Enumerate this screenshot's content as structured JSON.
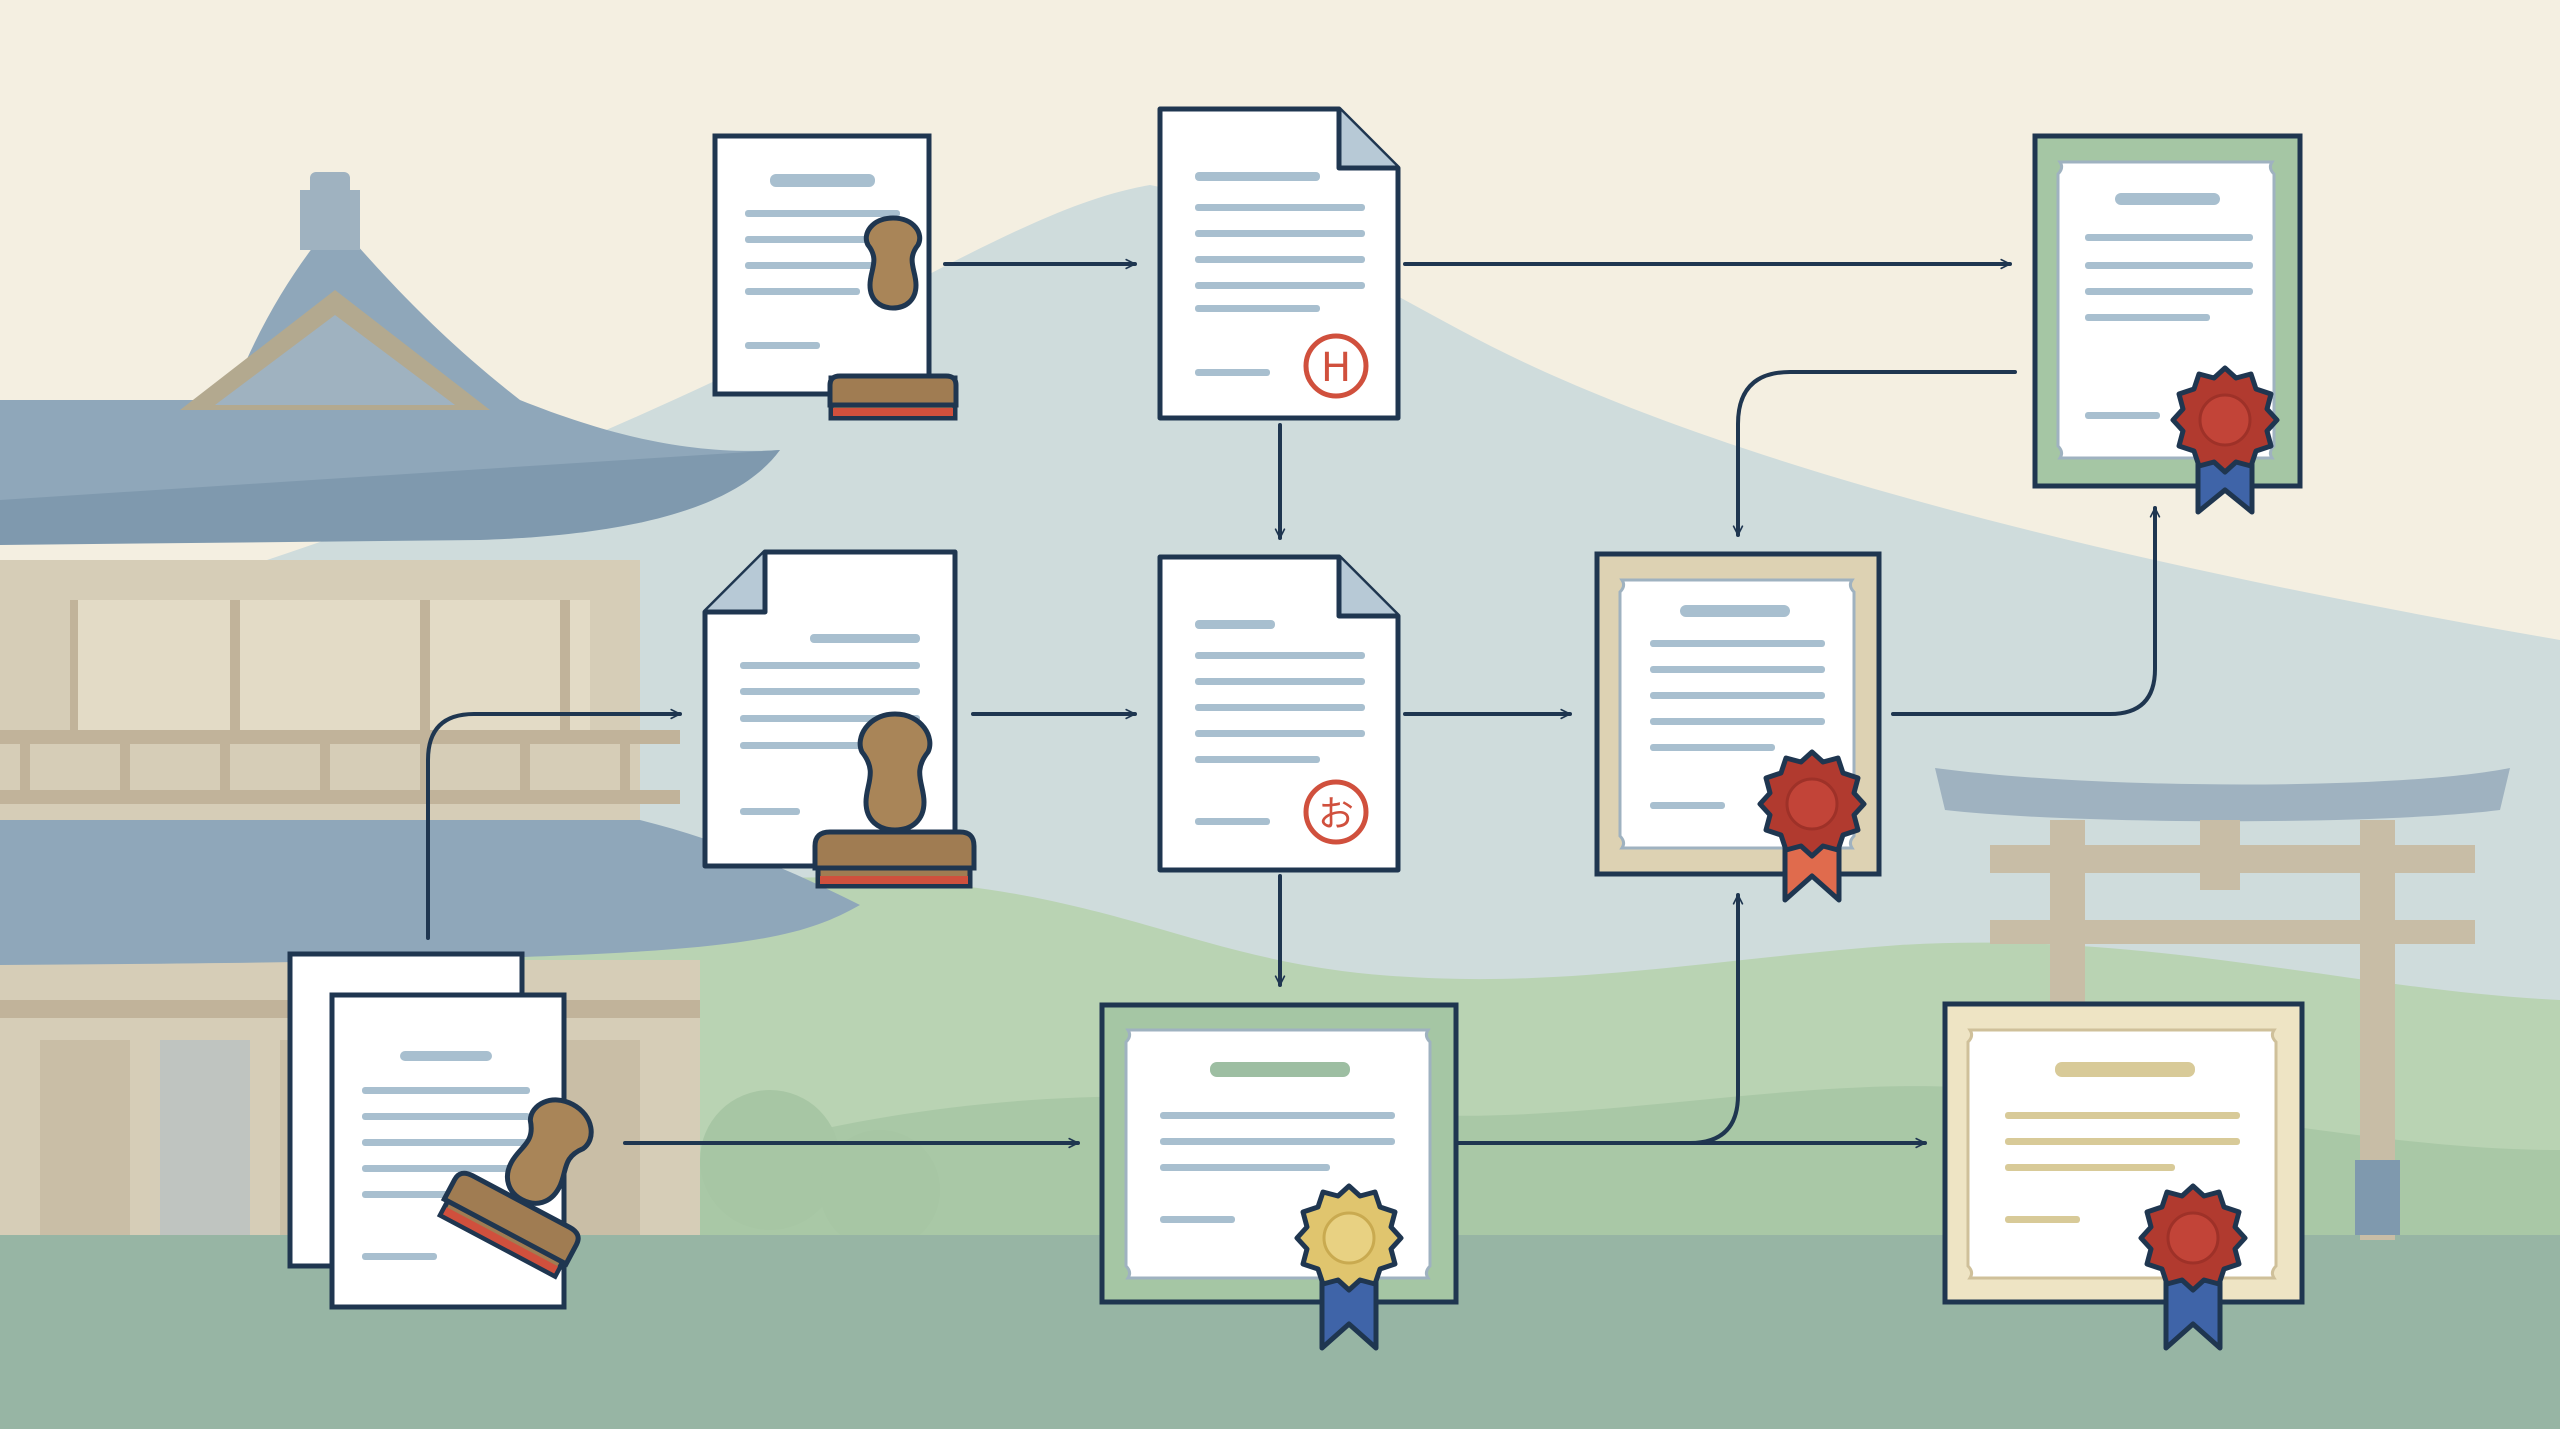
{
  "palette": {
    "sky": "#f4efe1",
    "mountain": "#cfdcdc",
    "hill_far": "#b9d3b3",
    "ground": "#97b5a4",
    "building_roof": "#8fa7ba",
    "building_wall": "#d6cdb7",
    "building_wood": "#c1b39a",
    "torii": "#c8bda6",
    "torii_top": "#9fb2c0",
    "ink": "#1f3650",
    "paper": "#ffffff",
    "text_line": "#a8bfcf",
    "seal_red": "#d0503d",
    "stamp_wood": "#a98558",
    "stamp_base": "#a07c52",
    "rosette_red": "#b13a2f",
    "rosette_gold": "#e0c56e",
    "ribbon_blue": "#3f64a8",
    "ribbon_red": "#e06b4d",
    "frame_green": "#a5c6a4",
    "frame_beige": "#ddd2b3",
    "frame_cream": "#eee4c4"
  },
  "seals": {
    "top": "H",
    "middle": "お"
  },
  "nodes": [
    {
      "id": "doc-a",
      "kind": "stamped-document"
    },
    {
      "id": "doc-b",
      "kind": "sealed-document"
    },
    {
      "id": "cert-a",
      "kind": "certificate-green"
    },
    {
      "id": "doc-c",
      "kind": "stamped-document"
    },
    {
      "id": "doc-d",
      "kind": "sealed-document"
    },
    {
      "id": "cert-b",
      "kind": "certificate-beige"
    },
    {
      "id": "doc-stack",
      "kind": "stamped-stack"
    },
    {
      "id": "cert-c",
      "kind": "certificate-green"
    },
    {
      "id": "cert-d",
      "kind": "certificate-cream"
    }
  ]
}
